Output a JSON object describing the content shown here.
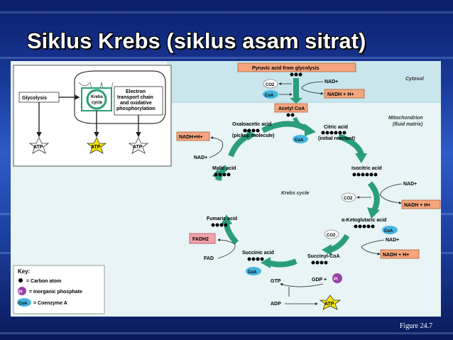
{
  "slide": {
    "title": "Siklus Krebs (siklus asam sitrat)",
    "figure_note": "Figure 24.7"
  },
  "inset": {
    "glycolysis": "Glycolysis",
    "krebs_line1": "Krebs",
    "krebs_line2": "cycle",
    "etc_line1": "Electron",
    "etc_line2": "transport chain",
    "etc_line3": "and oxidative",
    "etc_line4": "phosphorylation",
    "atp": "ATP"
  },
  "key": {
    "title": "Key:",
    "carbon": "= Carbon atom",
    "pi_symbol": "Pi",
    "phosphate": "= Inorganic phosphate",
    "coa_symbol": "CoA",
    "coenzyme": "= Coenzyme A"
  },
  "regions": {
    "cytosol": "Cytosol",
    "mito_line1": "Mitochondrion",
    "mito_line2": "(fluid matrix)",
    "cycle_name": "Krebs cycle"
  },
  "molecules": {
    "pyruvic": "Pyruvic acid from glycolysis",
    "acetyl": "Acetyl CoA",
    "oxaloacetic": "Oxaloacetic acid",
    "pickup": "(pickup molecule)",
    "citric": "Citric acid",
    "initial": "(initial reactant)",
    "isocitric": "Isocitric acid",
    "ketoglutaric": "α-Ketoglutaric acid",
    "succinylcoa": "Succinyl-CoA",
    "succinic": "Succinic acid",
    "fumaric": "Fumaric acid",
    "malic": "Malic acid"
  },
  "cofactors": {
    "co2": "CO2",
    "coa": "CoA",
    "nad": "NAD+",
    "nadh": "NADH + H+",
    "nadh_left": "NADH+H+",
    "fadh2": "FADH2",
    "fad": "FAD",
    "gtp": "GTP",
    "gdp": "GDP +",
    "pi": "Pi",
    "adp": "ADP",
    "atp": "ATP"
  },
  "colors": {
    "arrow_green": "#2a9d7a",
    "box_orange": "#f6a57e",
    "box_pink": "#f4a0a8",
    "coa_blue": "#45b5e0",
    "pi_purple": "#9b3fa8",
    "atp_yellow": "#f7e600",
    "matrix_bg": "#e8f4f6"
  }
}
